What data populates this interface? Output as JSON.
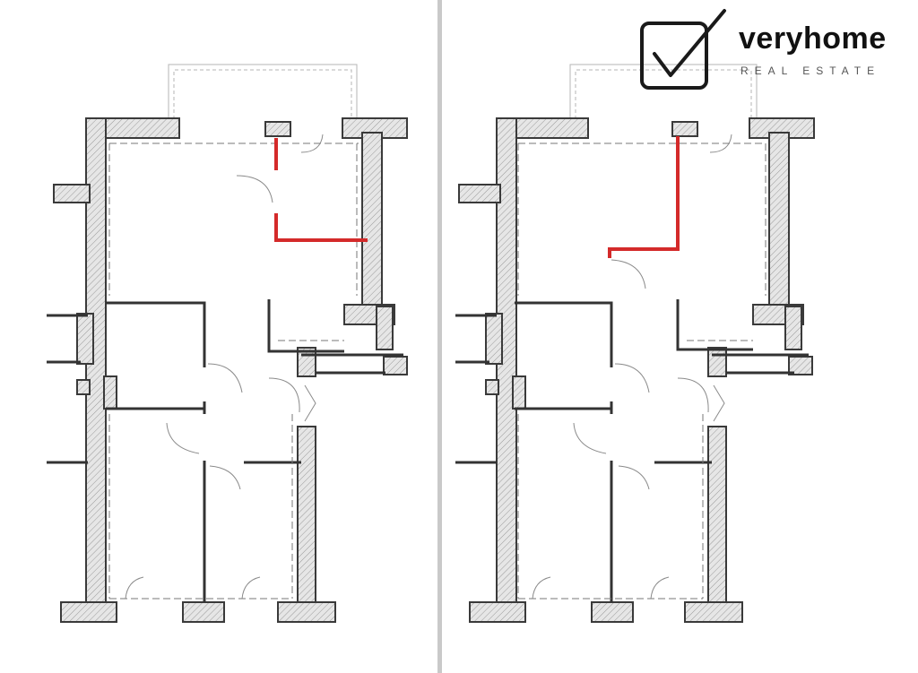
{
  "brand": {
    "name": "veryhome",
    "tagline": "REAL ESTATE"
  },
  "colors": {
    "wall_fill": "#e3e3e3",
    "wall_stroke": "#3a3a3a",
    "thin_line": "#9a9a9a",
    "highlight": "#d42a2a",
    "background": "#ffffff",
    "divider": "#c9c9c9"
  },
  "panels": [
    {
      "name": "left-plan",
      "highlight": "new-wall-segment"
    },
    {
      "name": "right-plan",
      "highlight": "new-wall-segment"
    }
  ]
}
